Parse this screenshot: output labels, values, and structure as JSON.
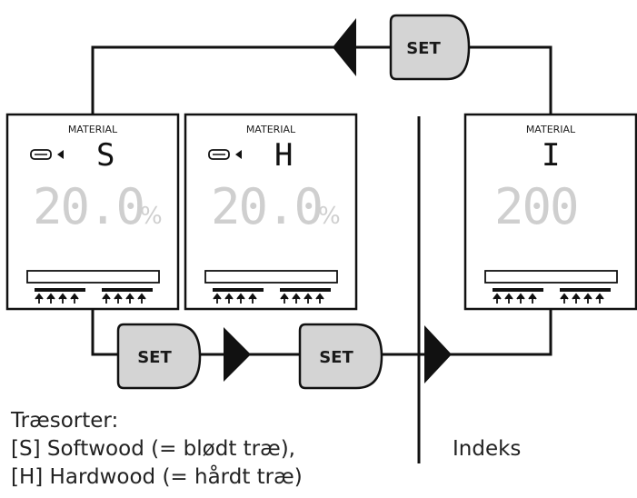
{
  "set_label": "SET",
  "screens": [
    {
      "id": "softwood",
      "header": "MATERIAL",
      "symbol": "S",
      "reading": "20.0",
      "unit": "%",
      "show_probe_icon": true
    },
    {
      "id": "hardwood",
      "header": "MATERIAL",
      "symbol": "H",
      "reading": "20.0",
      "unit": "%",
      "show_probe_icon": true
    },
    {
      "id": "index",
      "header": "MATERIAL",
      "symbol": "I",
      "reading": "200",
      "unit": "",
      "show_probe_icon": false
    }
  ],
  "captions": {
    "species_title": "Træsorter:",
    "softwood": "[S] Softwood (= blødt træ),",
    "hardwood": "[H] Hardwood (= hårdt træ)",
    "index": "Indeks"
  },
  "colors": {
    "line": "#111111",
    "button_fill": "#d4d4d4",
    "button_text": "#1a1a1a",
    "segment_dim": "#cfcfcf"
  }
}
